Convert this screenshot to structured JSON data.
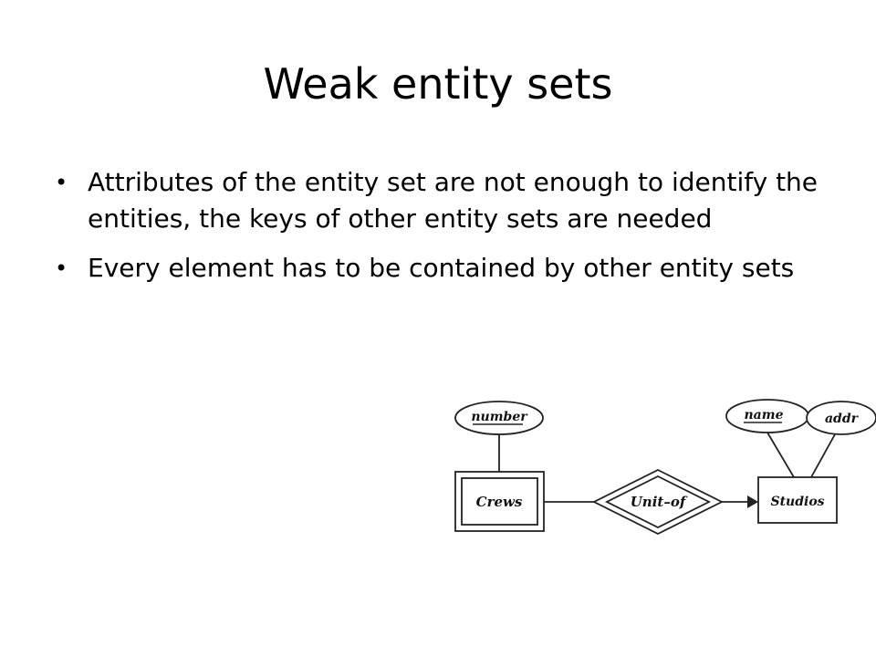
{
  "slide": {
    "title": "Weak entity sets",
    "bullets": [
      "Attributes of the entity set are not enough to identify the entities, the keys of other entity sets are needed",
      "Every element has to be contained by other entity sets"
    ]
  },
  "diagram": {
    "attributes": {
      "number": "number",
      "name": "name",
      "addr": "addr"
    },
    "entities": {
      "crews": "Crews",
      "studios": "Studios"
    },
    "relationship": "Unit–of"
  }
}
